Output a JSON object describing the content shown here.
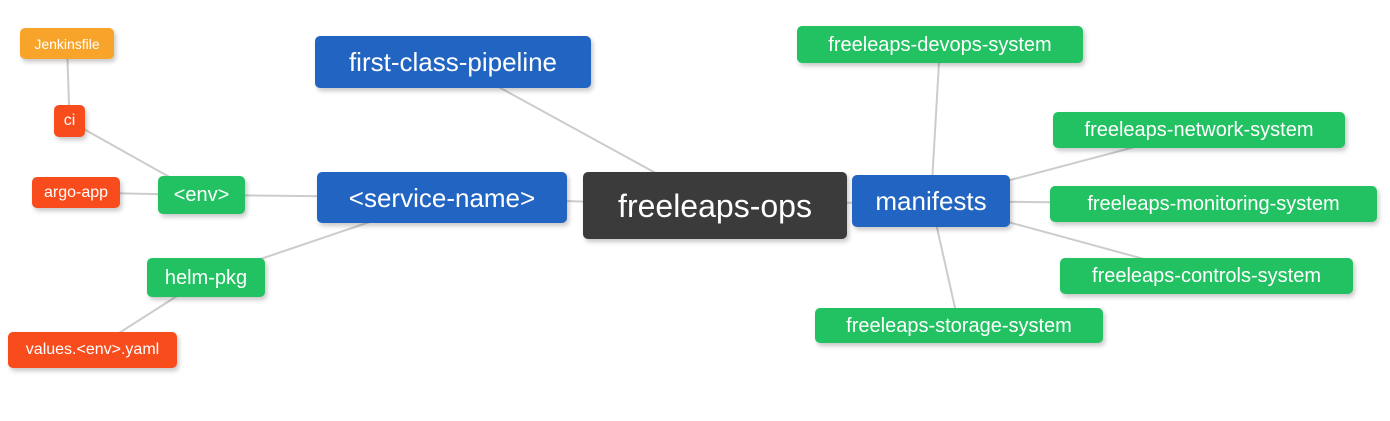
{
  "palette": {
    "blue": "#2264C1",
    "green": "#22C262",
    "red": "#F94C1C",
    "orange": "#F8A42B",
    "dark": "#3B3B3B",
    "line": "#CCCCCC",
    "text": "#FFFFFF"
  },
  "mindmap": {
    "nodes": {
      "jenkinsfile": {
        "label": "Jenkinsfile",
        "color": "orange"
      },
      "ci": {
        "label": "ci",
        "color": "red"
      },
      "argo_app": {
        "label": "argo-app",
        "color": "red"
      },
      "env": {
        "label": "<env>",
        "color": "green"
      },
      "first_class_pipeline": {
        "label": "first-class-pipeline",
        "color": "blue"
      },
      "service_name": {
        "label": "<service-name>",
        "color": "blue"
      },
      "root": {
        "label": "freeleaps-ops",
        "color": "dark"
      },
      "manifests": {
        "label": "manifests",
        "color": "blue"
      },
      "devops_system": {
        "label": "freeleaps-devops-system",
        "color": "green"
      },
      "network_system": {
        "label": "freeleaps-network-system",
        "color": "green"
      },
      "monitoring_system": {
        "label": "freeleaps-monitoring-system",
        "color": "green"
      },
      "controls_system": {
        "label": "freeleaps-controls-system",
        "color": "green"
      },
      "storage_system": {
        "label": "freeleaps-storage-system",
        "color": "green"
      },
      "helm_pkg": {
        "label": "helm-pkg",
        "color": "green"
      },
      "values_env_yaml": {
        "label": "values.<env>.yaml",
        "color": "red"
      }
    },
    "edges": [
      [
        "jenkinsfile",
        "ci"
      ],
      [
        "ci",
        "env"
      ],
      [
        "argo_app",
        "env"
      ],
      [
        "env",
        "service_name"
      ],
      [
        "helm_pkg",
        "service_name"
      ],
      [
        "values_env_yaml",
        "helm_pkg"
      ],
      [
        "first_class_pipeline",
        "root"
      ],
      [
        "service_name",
        "root"
      ],
      [
        "root",
        "manifests"
      ],
      [
        "manifests",
        "devops_system"
      ],
      [
        "manifests",
        "network_system"
      ],
      [
        "manifests",
        "monitoring_system"
      ],
      [
        "manifests",
        "controls_system"
      ],
      [
        "manifests",
        "storage_system"
      ]
    ]
  }
}
